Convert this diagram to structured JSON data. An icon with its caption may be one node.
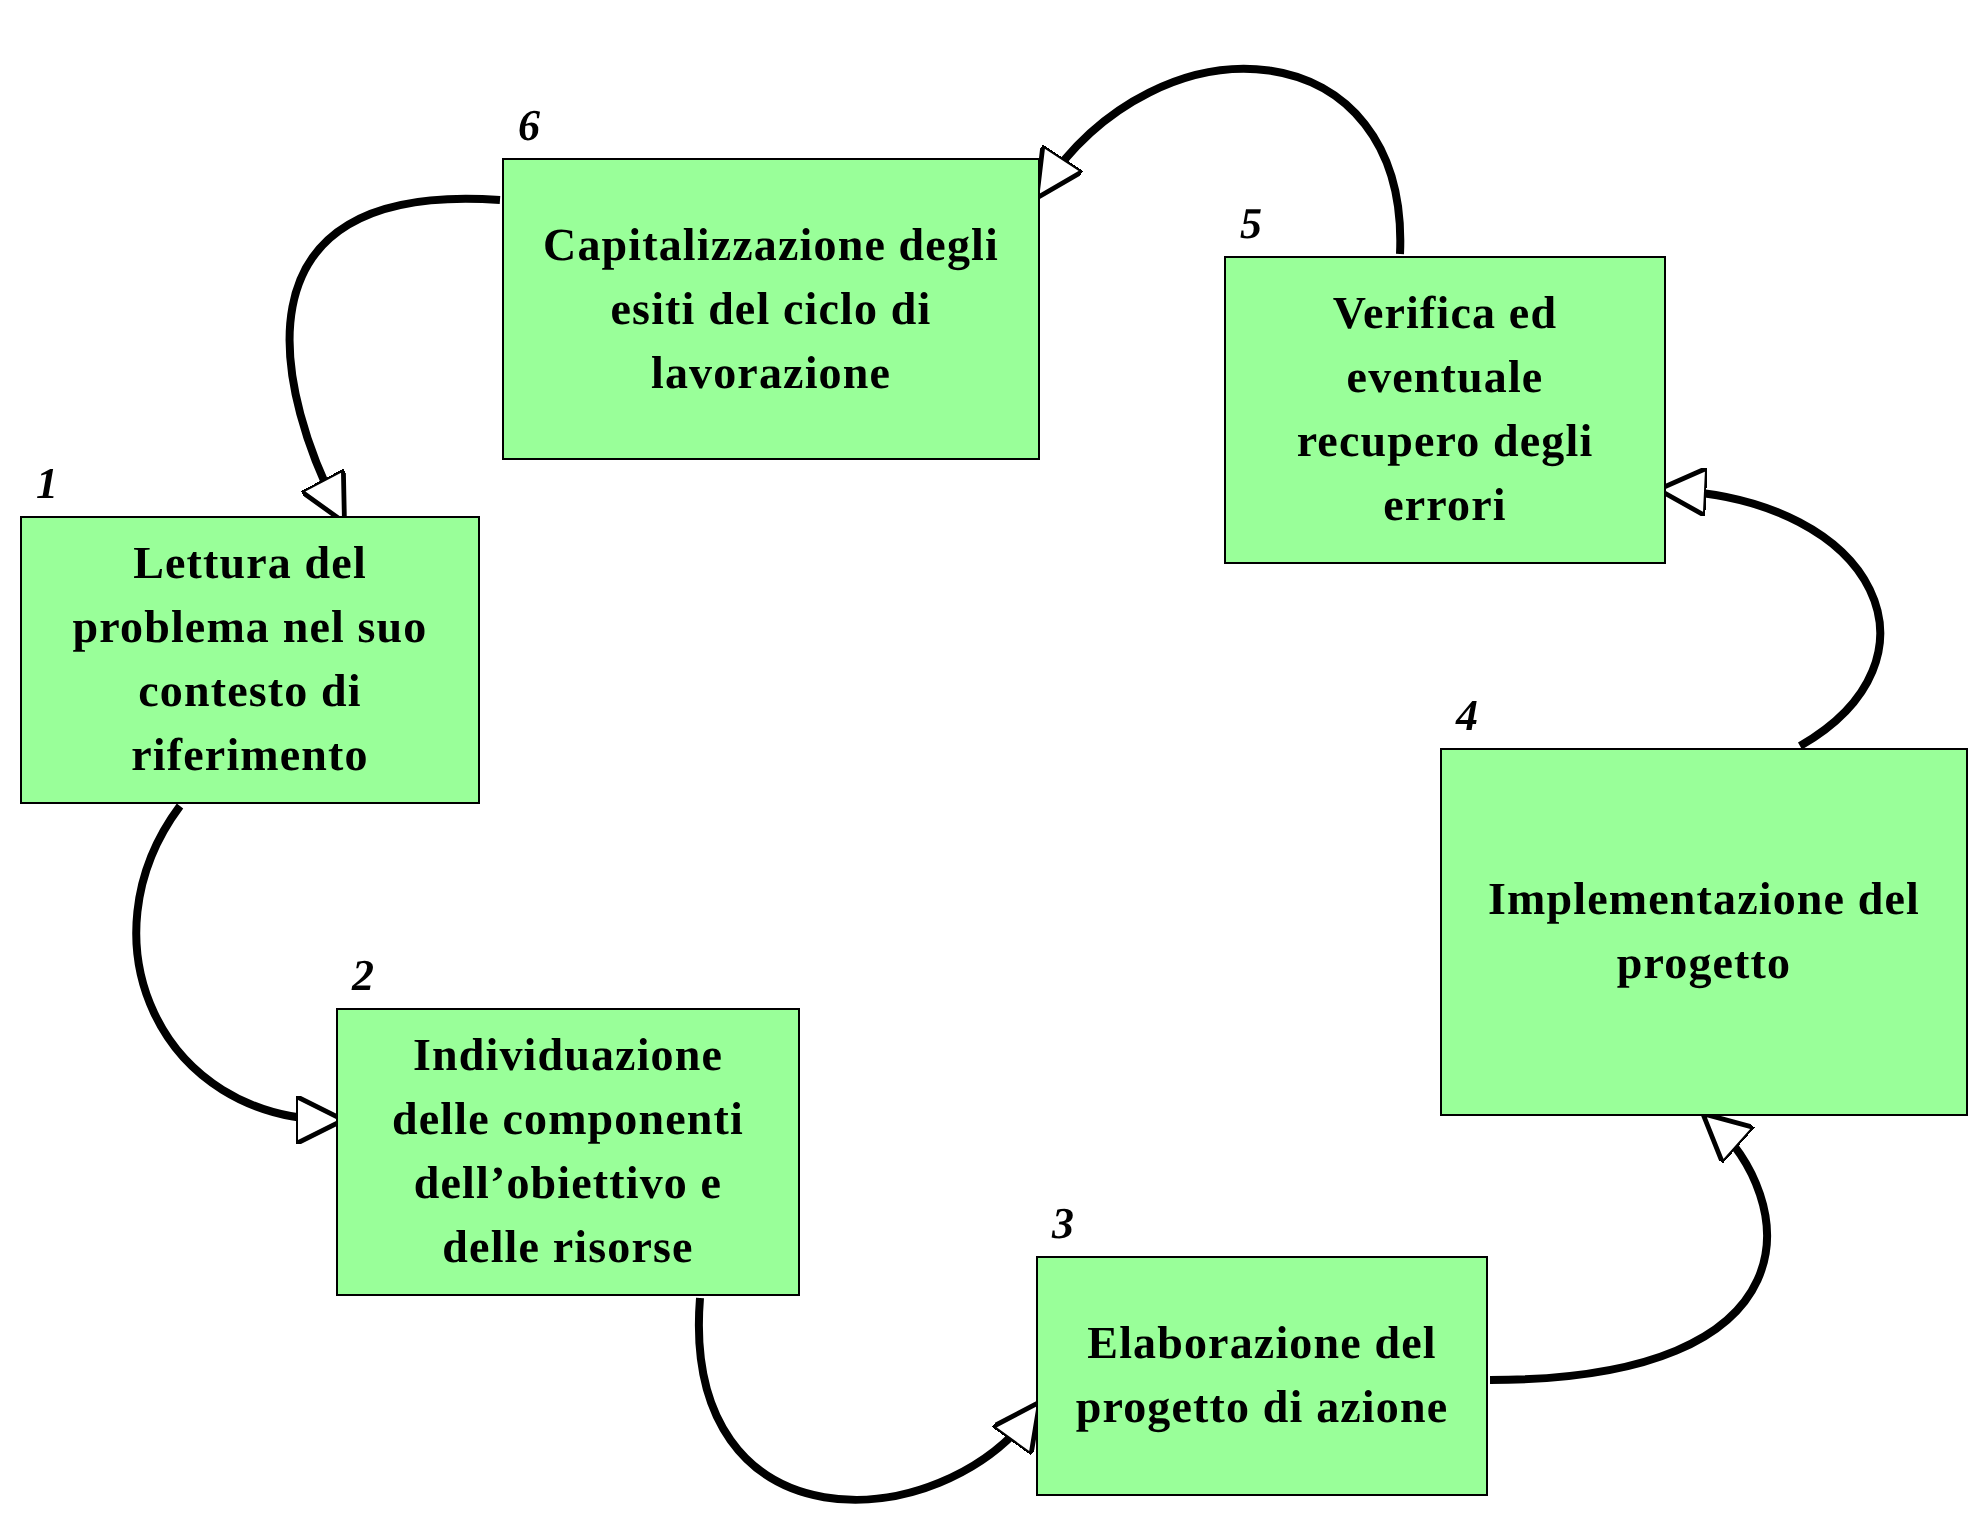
{
  "diagram": {
    "nodes": [
      {
        "text": [
          "1",
          "Lettura del problema nel suo contesto di riferimento"
        ]
      },
      {
        "text": [
          "2",
          "Individuazione delle componenti dell’obiettivo e delle risorse"
        ]
      },
      {
        "text": [
          "3",
          "Elaborazione del progetto di azione"
        ]
      },
      {
        "text": [
          "4",
          "Implementazione del progetto"
        ]
      },
      {
        "text": [
          "5",
          "Verifica ed eventuale recupero degli errori"
        ]
      },
      {
        "text": [
          "6",
          "Capitalizzazione degli esiti del ciclo di lavorazione"
        ]
      }
    ],
    "edges": [
      {
        "from": 0,
        "to": 1,
        "arrow": "to"
      },
      {
        "from": 1,
        "to": 2,
        "arrow": "to"
      },
      {
        "from": 2,
        "to": 3,
        "arrow": "to"
      },
      {
        "from": 3,
        "to": 4,
        "arrow": "to"
      },
      {
        "from": 4,
        "to": 5,
        "arrow": "to"
      },
      {
        "from": 5,
        "to": 0,
        "arrow": "to"
      }
    ]
  }
}
